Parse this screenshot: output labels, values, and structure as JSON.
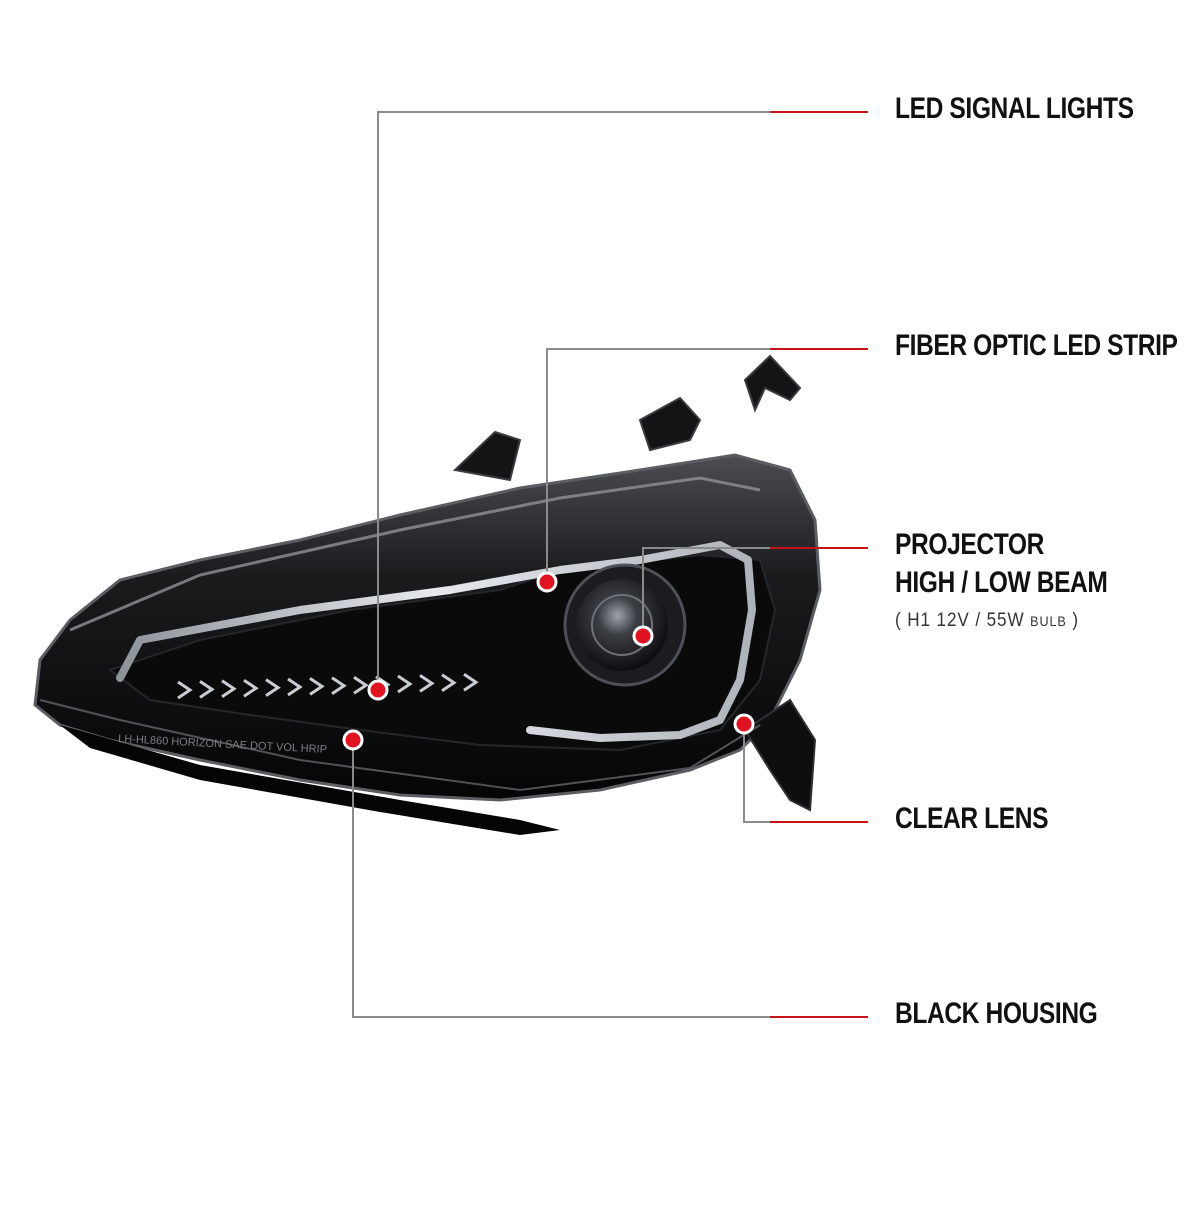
{
  "callouts": {
    "led_signal_lights": "LED SIGNAL LIGHTS",
    "fiber_optic_led_strip": "FIBER OPTIC LED STRIP",
    "projector_line1": "PROJECTOR",
    "projector_line2": "HIGH / LOW BEAM",
    "projector_bulb_open": "( H1  12V / 55W",
    "projector_bulb_unit": "BULB",
    "projector_bulb_close": ")",
    "clear_lens": "CLEAR LENS",
    "black_housing": "BLACK HOUSING"
  },
  "lens_markings": "LH-HL860   HORIZON   SAE   DOT   VOL   HRIP",
  "colors": {
    "leader_line": "#8a8a8a",
    "leader_accent": "#c8121a",
    "marker": "#e01420",
    "housing": "#0b0b0c",
    "fiber_strip": "#d9dde4"
  }
}
